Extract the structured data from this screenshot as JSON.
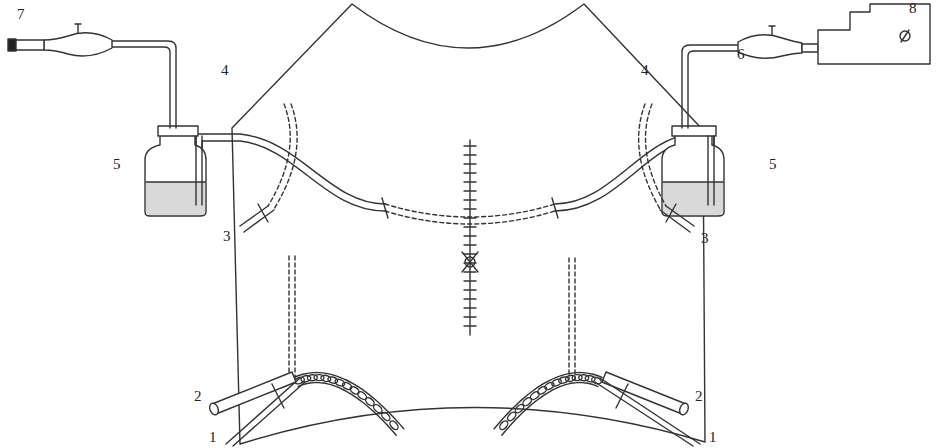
{
  "diagram": {
    "labels": [
      "8",
      "7",
      "4",
      "6",
      "4",
      "5",
      "5",
      "3",
      "3",
      "2",
      "2",
      "1",
      "1"
    ]
  }
}
